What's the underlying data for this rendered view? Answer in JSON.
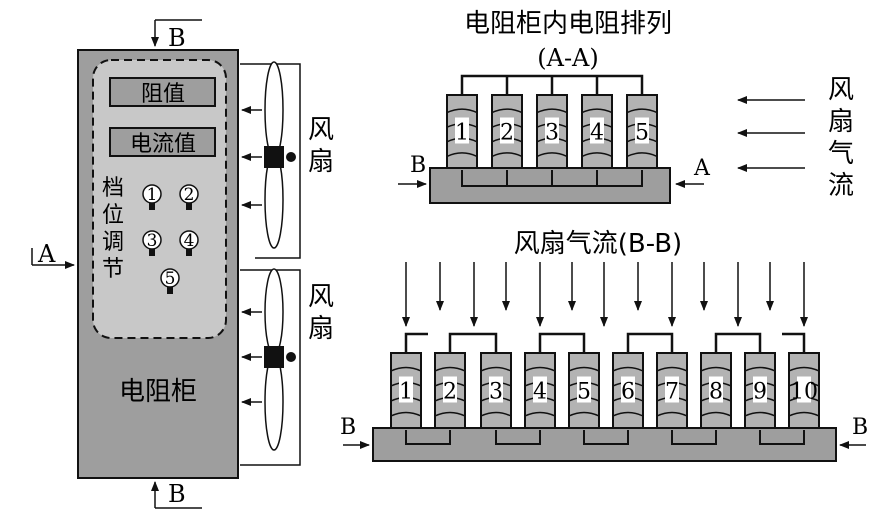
{
  "cabinet": {
    "panel_resistance": "阻值",
    "panel_current": "电流值",
    "gear_label_chars": [
      "档",
      "位",
      "调",
      "节"
    ],
    "knob_numbers": [
      "1",
      "2",
      "3",
      "4",
      "5"
    ],
    "cabinet_label": "电阻柜"
  },
  "fans": {
    "fan_label_chars": [
      "风",
      "扇"
    ]
  },
  "section_marks": {
    "b_top": "B",
    "b_bottom": "B",
    "a_left": "A"
  },
  "view_aa": {
    "title": "电阻柜内电阻排列",
    "subtitle": "(A-A)",
    "resistor_numbers": [
      "1",
      "2",
      "3",
      "4",
      "5"
    ],
    "b_left": "B",
    "a_right": "A",
    "airflow_label_chars": [
      "风",
      "扇",
      "气",
      "流"
    ]
  },
  "view_bb": {
    "title": "风扇气流(B-B)",
    "resistor_numbers": [
      "1",
      "2",
      "3",
      "4",
      "5",
      "6",
      "7",
      "8",
      "9",
      "10"
    ],
    "b_left": "B",
    "b_right": "B"
  },
  "colors": {
    "cabinet_fill": "#9e9e9e",
    "panel_fill": "#c8c8c8",
    "resistor_fill": "#b3b3b3",
    "line": "#111111"
  }
}
